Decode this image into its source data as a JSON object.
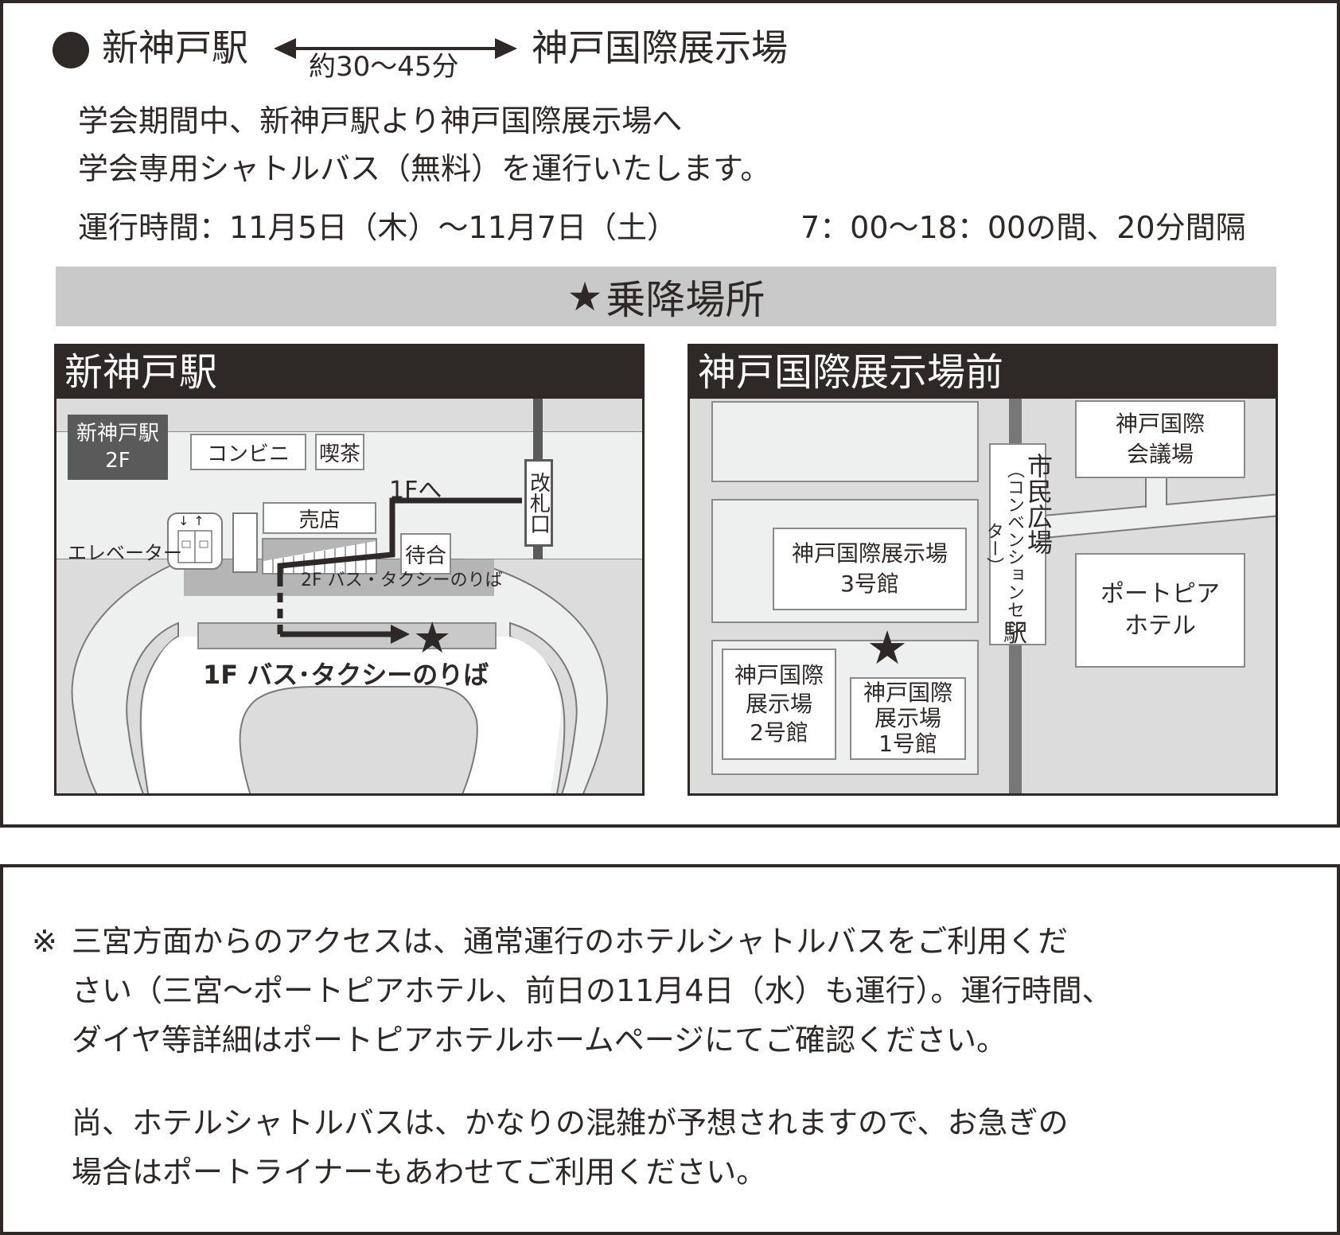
{
  "route": {
    "from": "新神戸駅",
    "to": "神戸国際展示場",
    "duration": "約30〜45分"
  },
  "info": {
    "line1": "学会期間中、新神戸駅より神戸国際展示場へ",
    "line2": "学会専用シャトルバス（無料）を運行いたします。",
    "schedule_label": "運行時間：11月5日（木）〜11月7日（土）",
    "schedule_hours": "7：00〜18：00の間、20分間隔"
  },
  "banner": {
    "star": "★",
    "label": "乗降場所"
  },
  "map_left": {
    "title": "新神戸駅",
    "floor_badge_line1": "新神戸駅",
    "floor_badge_line2": "2F",
    "convenience_store": "コンビニ",
    "cafe": "喫茶",
    "kiosk": "売店",
    "waiting_room": "待合",
    "elevator": "エレベーター",
    "elevator_arrows": "↓↑",
    "to_1f": "1Fへ",
    "ticket_gate": "改札口",
    "pickup_2f": "2F バス・タクシーのりば",
    "pickup_1f": "1F バス･タクシーのりば",
    "star": "★"
  },
  "map_right": {
    "title": "神戸国際展示場前",
    "station_name": "市民広場",
    "station_sub": "（コンベンションセンター）",
    "station_suffix": "駅",
    "conference_center_l1": "神戸国際",
    "conference_center_l2": "会議場",
    "hotel_l1": "ポートピア",
    "hotel_l2": "ホテル",
    "hall3_l1": "神戸国際展示場",
    "hall3_l2": "3号館",
    "hall2_l1": "神戸国際",
    "hall2_l2": "展示場",
    "hall2_l3": "2号館",
    "hall1_l1": "神戸国際",
    "hall1_l2": "展示場",
    "hall1_l3": "1号館",
    "star": "★"
  },
  "notes": {
    "mark": "※",
    "p1_line1": "三宮方面からのアクセスは、通常運行のホテルシャトルバスをご利用くだ",
    "p1_line2": "さい（三宮〜ポートピアホテル、前日の11月4日（水）も運行）。運行時間、",
    "p1_line3": "ダイヤ等詳細はポートピアホテルホームページにてご確認ください。",
    "p2_line1": "尚、ホテルシャトルバスは、かなりの混雑が予想されますので、お急ぎの",
    "p2_line2": "場合はポートライナーもあわせてご利用ください。"
  },
  "colors": {
    "ink": "#2e2827",
    "banner_bg": "#c8c9c8",
    "map_bg": "#dcdcdc",
    "map_light": "#eef0ef",
    "platform": "#b4b5b4",
    "rail": "#5a5a5a"
  }
}
